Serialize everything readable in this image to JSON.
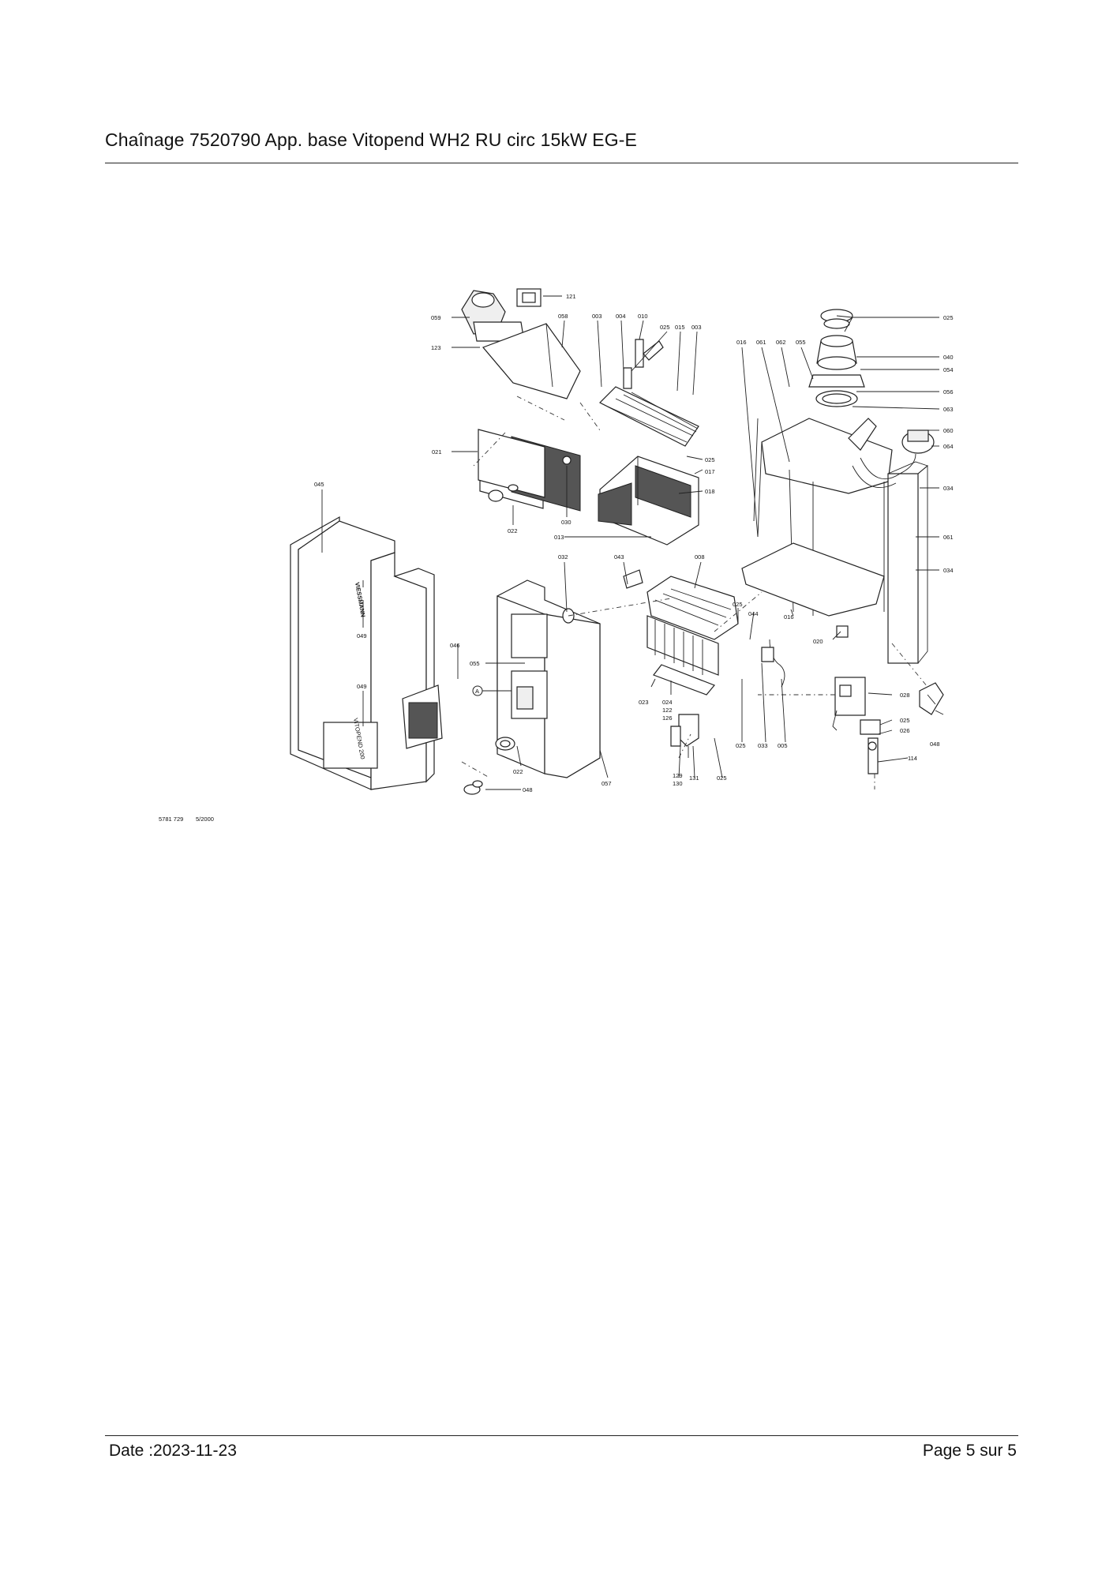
{
  "header": {
    "title": "Chaînage 7520790 App. base Vitopend WH2 RU circ 15kW EG-E"
  },
  "diagram": {
    "part_labels": {
      "p121": "121",
      "p059": "059",
      "p123": "123",
      "p058": "058",
      "p003a": "003",
      "p004": "004",
      "p010": "010",
      "p025a": "025",
      "p015": "015",
      "p003b": "003",
      "p016a": "016",
      "p061a": "061",
      "p062": "062",
      "p055a": "055",
      "p025b": "025",
      "p040": "040",
      "p054": "054",
      "p056": "056",
      "p063": "063",
      "p060": "060",
      "p064": "064",
      "p034a": "034",
      "p061b": "061",
      "p034b": "034",
      "p021": "021",
      "p025c": "025",
      "p017": "017",
      "p018": "018",
      "p030": "030",
      "p022a": "022",
      "p013": "013",
      "p045": "045",
      "p032": "032",
      "p043": "043",
      "p008": "008",
      "p025d": "025",
      "p044": "044",
      "p016b": "016",
      "p020": "020",
      "p049a": "049",
      "p046": "046",
      "p055b": "055",
      "p049b": "049",
      "p023": "023",
      "p024": "024",
      "p122": "122",
      "p126": "126",
      "p028": "028",
      "p025e": "025",
      "p026": "026",
      "p048a": "048",
      "p025f": "025",
      "p033": "033",
      "p005": "005",
      "p114": "114",
      "p022b": "022",
      "p057": "057",
      "p129": "129",
      "p130": "130",
      "p131": "131",
      "p025g": "025",
      "p048b": "048",
      "callout_a": "A"
    },
    "brand_marks": {
      "panel_brand": "VIESSMANN",
      "panel_model": "VITOPEND 200"
    },
    "drawing_ref": "5781 729",
    "drawing_date": "5/2000"
  },
  "footer": {
    "date": "Date :2023-11-23",
    "page": "Page 5 sur  5"
  }
}
